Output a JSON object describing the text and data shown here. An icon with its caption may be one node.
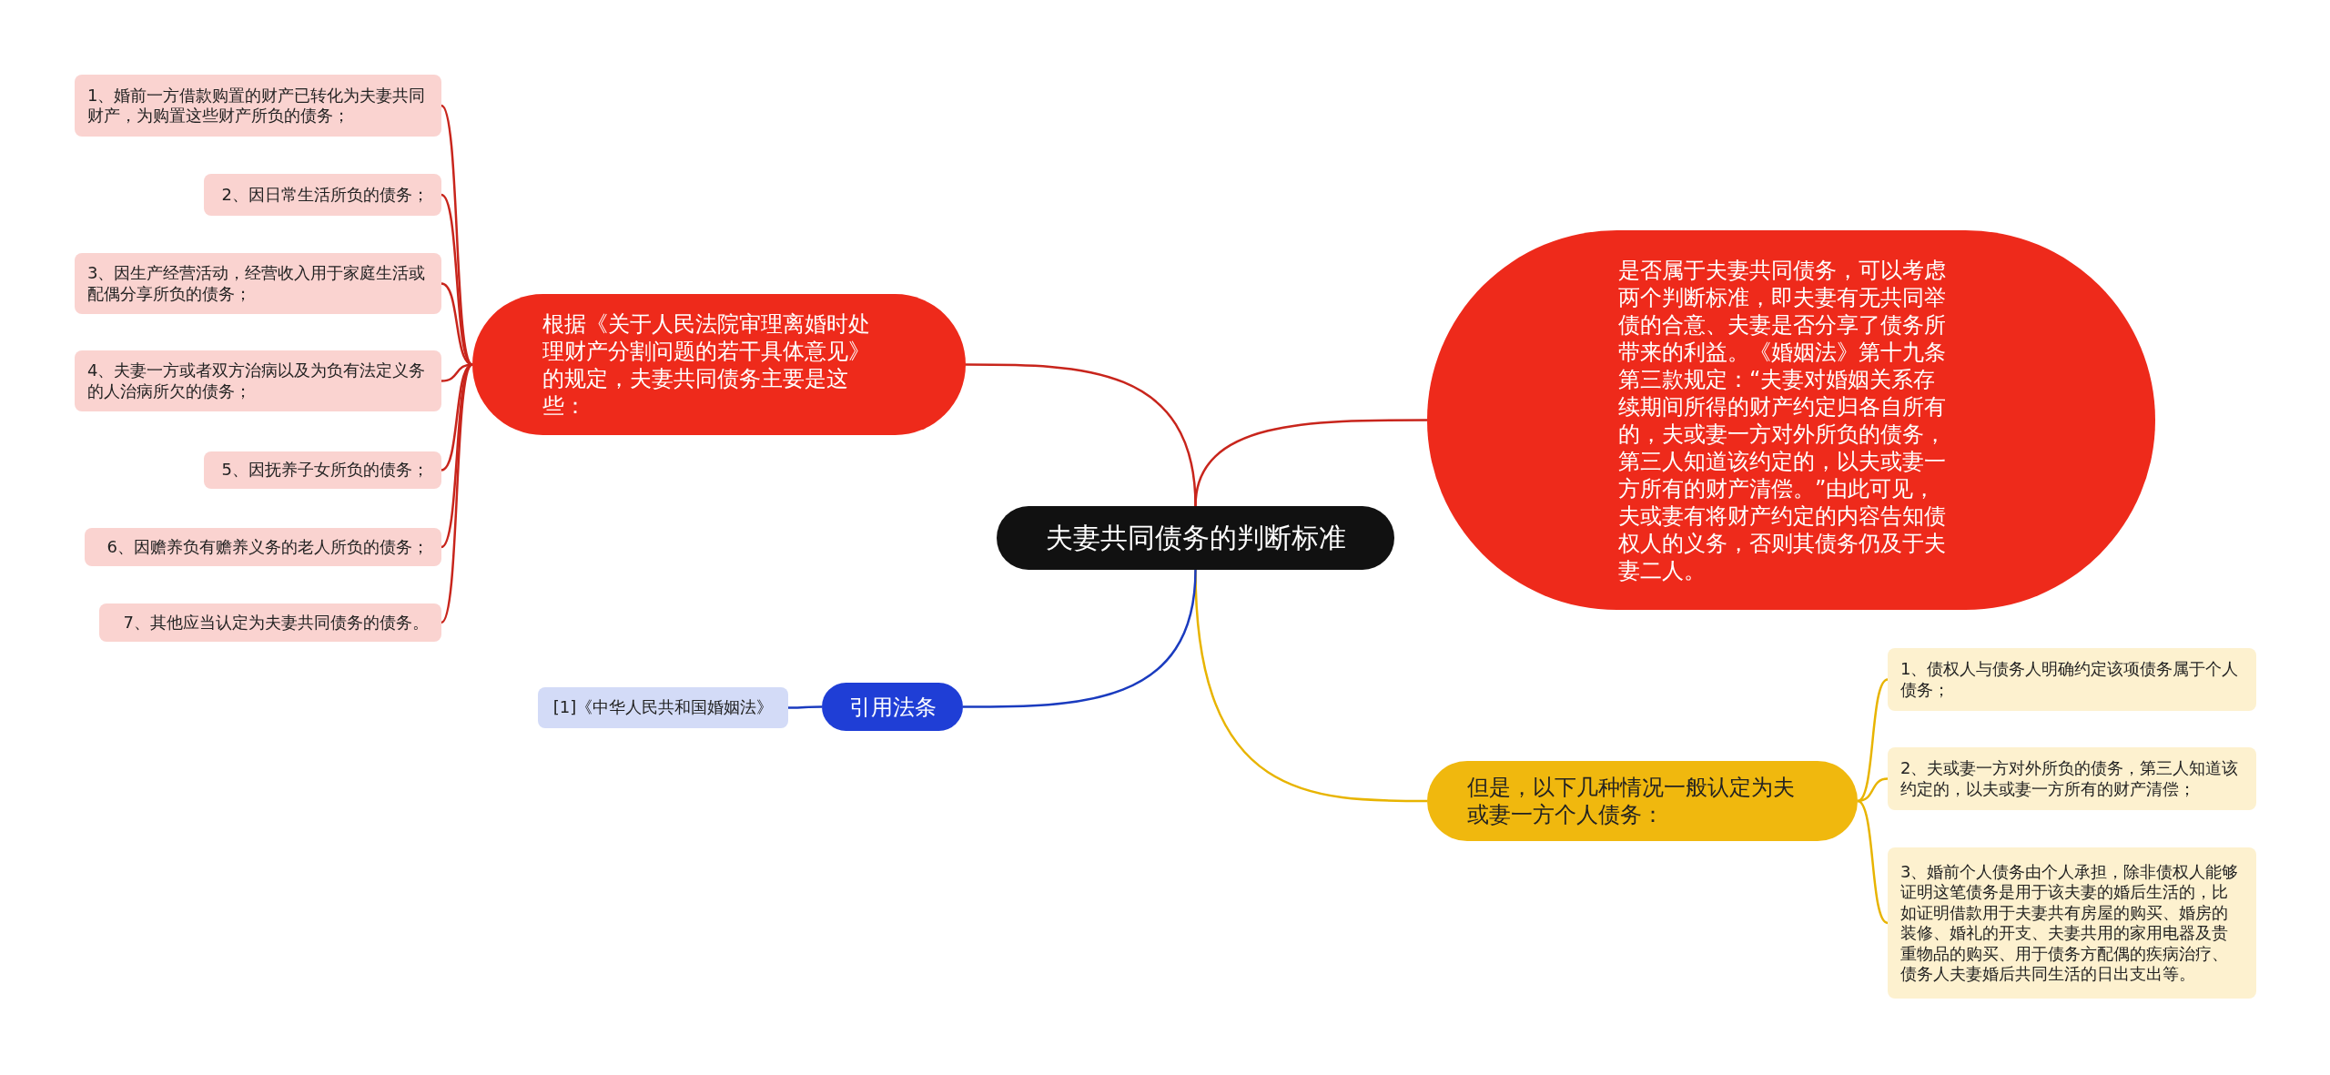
{
  "diagram": {
    "nodes": [
      {
        "text": [
          "夫妻共同债务的判断标准"
        ]
      },
      {
        "text": [
          "根据《关于人民法院审理离婚时处理财产分割问题的若干具体意见》的规定，夫妻共同债务主要是这些："
        ]
      },
      {
        "text": [
          "1、婚前一方借款购置的财产已转化为夫妻共同财产，为购置这些财产所负的债务；"
        ]
      },
      {
        "text": [
          "2、因日常生活所负的债务；"
        ]
      },
      {
        "text": [
          "3、因生产经营活动，经营收入用于家庭生活或配偶分享所负的债务；"
        ]
      },
      {
        "text": [
          "4、夫妻一方或者双方治病以及为负有法定义务的人治病所欠的债务；"
        ]
      },
      {
        "text": [
          "5、因抚养子女所负的债务；"
        ]
      },
      {
        "text": [
          "6、因赡养负有赡养义务的老人所负的债务；"
        ]
      },
      {
        "text": [
          "7、其他应当认定为夫妻共同债务的债务。"
        ]
      },
      {
        "text": [
          "是否属于夫妻共同债务，可以考虑两个判断标准，即夫妻有无共同举债的合意、夫妻是否分享了债务所带来的利益。《婚姻法》第十九条第三款规定：“夫妻对婚姻关系存续期间所得的财产约定归各自所有的，夫或妻一方对外所负的债务，第三人知道该约定的，以夫或妻一方所有的财产清偿。”由此可见，夫或妻有将财产约定的内容告知债权人的义务，否则其债务仍及于夫妻二人。"
        ]
      },
      {
        "text": [
          "但是，以下几种情况一般认定为夫或妻一方个人债务："
        ]
      },
      {
        "text": [
          "1、债权人与债务人明确约定该项债务属于个人债务；"
        ]
      },
      {
        "text": [
          "2、夫或妻一方对外所负的债务，第三人知道该约定的，以夫或妻一方所有的财产清偿；"
        ]
      },
      {
        "text": [
          "3、婚前个人债务由个人承担，除非债权人能够证明这笔债务是用于该夫妻的婚后生活的，比如证明借款用于夫妻共有房屋的购买、婚房的装修、婚礼的开支、夫妻共用的家用电器及贵重物品的购买、用于债务方配偶的疾病治疗、债务人夫妻婚后共同生活的日出支出等。"
        ]
      },
      {
        "text": [
          "引用法条"
        ]
      },
      {
        "text": [
          "[1]《中华人民共和国婚姻法》"
        ]
      }
    ],
    "edges": [
      {
        "from": 0,
        "to": 1,
        "arrow": "none"
      },
      {
        "from": 0,
        "to": 9,
        "arrow": "none"
      },
      {
        "from": 0,
        "to": 10,
        "arrow": "none",
        "color": "#e8b400"
      },
      {
        "from": 0,
        "to": 14,
        "arrow": "none",
        "color": "#1a3bbf"
      },
      {
        "from": 1,
        "to": 2,
        "arrow": "none"
      },
      {
        "from": 1,
        "to": 3,
        "arrow": "none"
      },
      {
        "from": 1,
        "to": 4,
        "arrow": "none"
      },
      {
        "from": 1,
        "to": 5,
        "arrow": "none"
      },
      {
        "from": 1,
        "to": 6,
        "arrow": "none"
      },
      {
        "from": 1,
        "to": 7,
        "arrow": "none"
      },
      {
        "from": 1,
        "to": 8,
        "arrow": "none"
      },
      {
        "from": 10,
        "to": 11,
        "arrow": "none",
        "color": "#e8b400"
      },
      {
        "from": 10,
        "to": 12,
        "arrow": "none",
        "color": "#e8b400"
      },
      {
        "from": 10,
        "to": 13,
        "arrow": "none",
        "color": "#e8b400"
      },
      {
        "from": 14,
        "to": 15,
        "arrow": "none",
        "color": "#1a3bbf"
      }
    ]
  }
}
